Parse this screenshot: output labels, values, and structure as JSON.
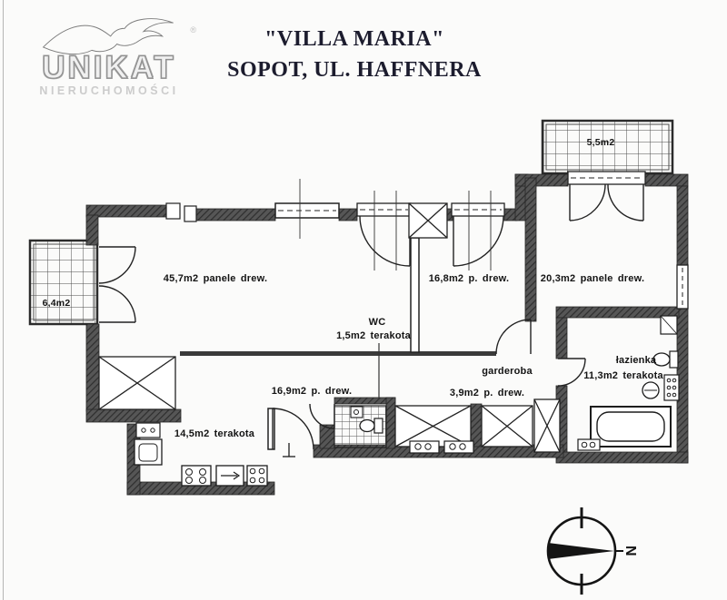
{
  "header": {
    "title_line1": "\"VILLA MARIA\"",
    "title_line2": "SOPOT, UL. HAFFNERA"
  },
  "logo": {
    "brand": "UNIKAT",
    "subtitle": "NIERUCHOMOŚCI",
    "registered": "®"
  },
  "rooms": {
    "living": {
      "label": "45,7m2 panele drew."
    },
    "room_center": {
      "label": "16,8m2 p. drew."
    },
    "room_right": {
      "label": "20,3m2 panele drew."
    },
    "wc": {
      "name": "WC",
      "label": "1,5m2 terakota"
    },
    "hall": {
      "label": "16,9m2 p. drew."
    },
    "garderoba": {
      "name": "garderoba",
      "label": "3,9m2 p. drew."
    },
    "bathroom": {
      "name": "łazienka",
      "label": "11,3m2 terakota"
    },
    "kitchen": {
      "label": "14,5m2 terakota"
    },
    "balcony_left": {
      "label": "6,4m2"
    },
    "balcony_top": {
      "label": "5,5m2"
    }
  },
  "compass": {
    "north": "N"
  },
  "colors": {
    "wall_fill": "#555555",
    "line": "#1d1d1d",
    "title_text": "#1c1c2e",
    "logo_gray": "#c9c9c9"
  }
}
